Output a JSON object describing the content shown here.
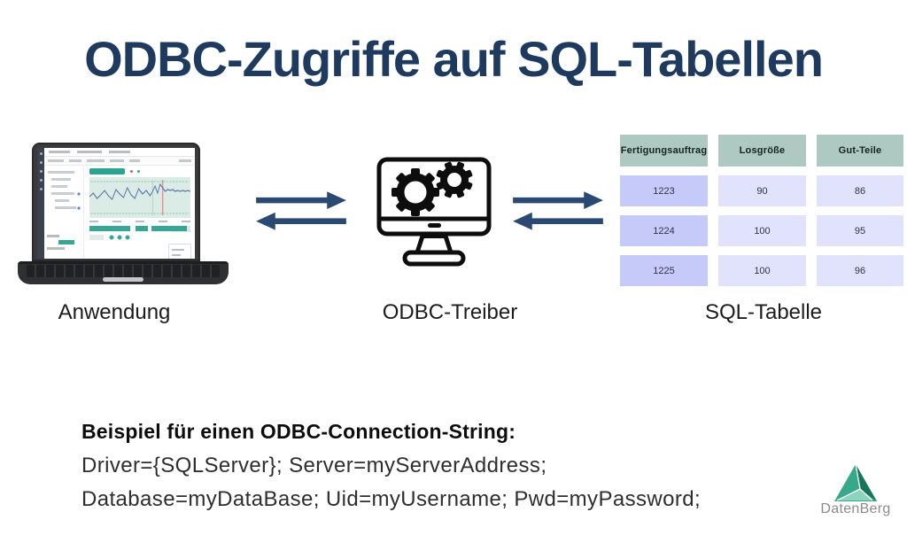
{
  "title": "ODBC-Zugriffe auf SQL-Tabellen",
  "nodes": {
    "application": {
      "label": "Anwendung"
    },
    "driver": {
      "label": "ODBC-Treiber"
    },
    "table": {
      "label": "SQL-Tabelle"
    }
  },
  "sql_table": {
    "headers": [
      "Fertigungsauftrag",
      "Losgröße",
      "Gut-Teile"
    ],
    "rows": [
      [
        "1223",
        "90",
        "86"
      ],
      [
        "1224",
        "100",
        "95"
      ],
      [
        "1225",
        "100",
        "96"
      ]
    ]
  },
  "connection_string": {
    "heading": "Beispiel für einen ODBC-Connection-String:",
    "lines": [
      "Driver={SQLServer}; Server=myServerAddress;",
      "Database=myDataBase; Uid=myUsername; Pwd=myPassword;"
    ]
  },
  "logo": {
    "text": "DatenBerg"
  },
  "icons": {
    "application": "laptop-dashboard-illustration",
    "driver": "monitor-gears-icon",
    "flow": "bidirectional-arrows-icon",
    "logo": "pyramid-logo-icon"
  },
  "colors": {
    "title": "#1e3a5f",
    "arrow": "#2a4a73",
    "table_header_bg": "#aec9c1",
    "table_col1_bg": "#c6caf8",
    "table_cell_bg": "#e0e3fb",
    "app_accent_teal": "#2ba391",
    "chart_bg": "#dbece6",
    "logo_green": "#38a88a",
    "logo_green_dark": "#17755c",
    "logo_text": "#8b8b8b"
  }
}
